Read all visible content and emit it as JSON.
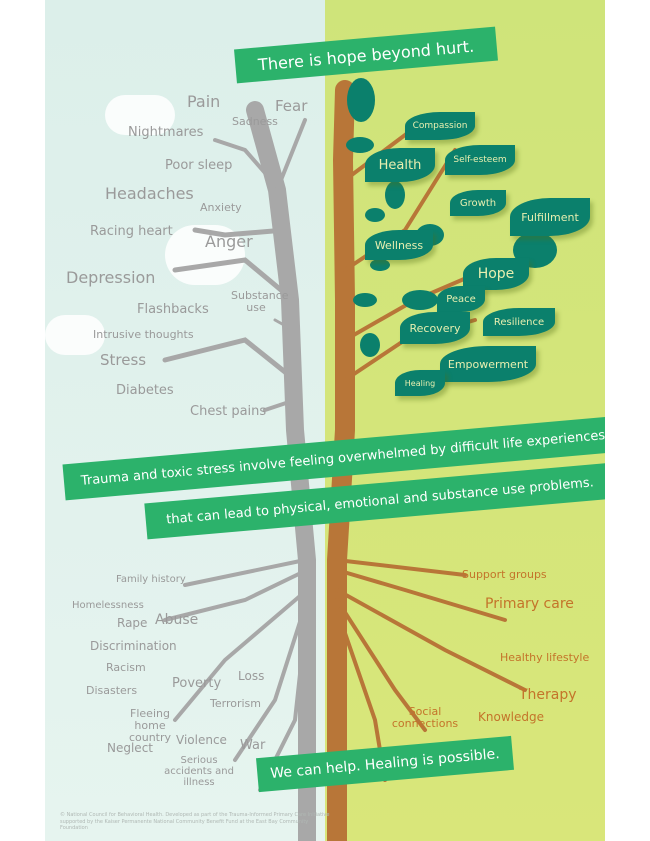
{
  "header": {
    "banner": "There is hope beyond hurt."
  },
  "left_branches": [
    "Pain",
    "Fear",
    "Sadness",
    "Nightmares",
    "Poor sleep",
    "Headaches",
    "Anxiety",
    "Racing heart",
    "Anger",
    "Depression",
    "Substance use",
    "Flashbacks",
    "Intrusive thoughts",
    "Stress",
    "Diabetes",
    "Chest pains"
  ],
  "right_leaves": [
    "Compassion",
    "Health",
    "Self-esteem",
    "Growth",
    "Fulfillment",
    "Wellness",
    "Hope",
    "Peace",
    "Recovery",
    "Resilience",
    "Empowerment",
    "Healing"
  ],
  "middle": {
    "line1": "Trauma and toxic stress involve feeling overwhelmed by difficult life experiences",
    "line2": "that can lead to physical, emotional and substance use problems."
  },
  "left_roots": [
    "Family history",
    "Homelessness",
    "Rape",
    "Abuse",
    "Discrimination",
    "Racism",
    "Disasters",
    "Poverty",
    "Loss",
    "Terrorism",
    "Fleeing home country",
    "Violence",
    "War",
    "Neglect",
    "Serious accidents and illness"
  ],
  "right_roots": [
    "Support groups",
    "Primary care",
    "Healthy lifestyle",
    "Therapy",
    "Knowledge",
    "Social connections"
  ],
  "footer_banner": "We can help. Healing is possible.",
  "footnote": "© National Council for Behavioral Health. Developed as part of the Trauma-Informed Primary Care Initiative supported by the Kaiser Permanente National Community Benefit Fund at the East Bay Community Foundation",
  "colors": {
    "banner": "#2cb26b",
    "leaf": "#0b806c",
    "root_text": "#c4742a",
    "left_bg": "#dcefea",
    "right_bg": "#d3e57a"
  }
}
